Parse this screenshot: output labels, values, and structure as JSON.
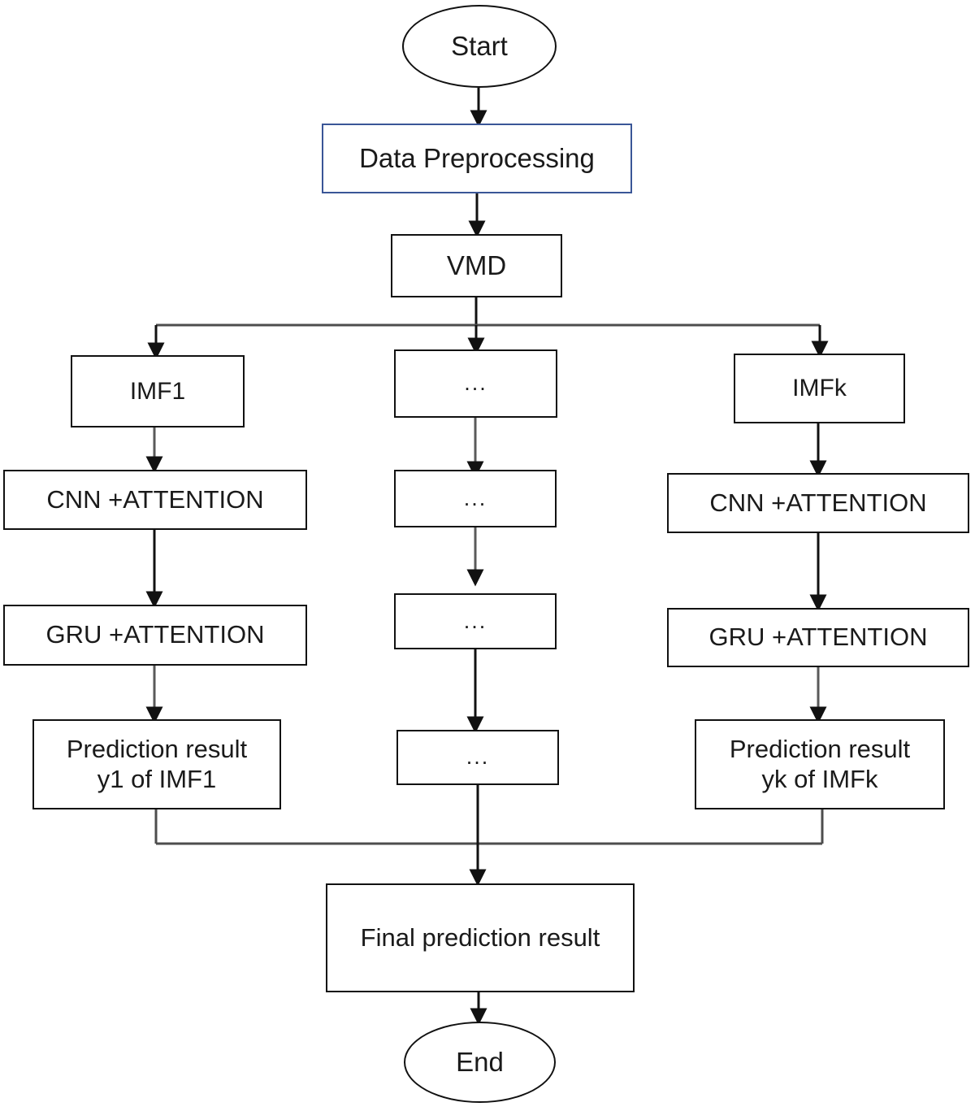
{
  "diagram": {
    "title": "VMD-CNN-Attention-GRU prediction flowchart",
    "type": "flowchart",
    "background": "#ffffff",
    "line_color": "#111111",
    "text_color": "#1a1a1a",
    "accent_border": "#3a5697"
  },
  "nodes": {
    "start": {
      "label": "Start",
      "shape": "ellipse"
    },
    "preprocessing": {
      "label": "Data Preprocessing",
      "shape": "rect",
      "border_color": "#3a5697"
    },
    "vmd": {
      "label": "VMD",
      "shape": "rect"
    },
    "imf1": {
      "label": "IMF1",
      "shape": "rect"
    },
    "imf_mid": {
      "label": "...",
      "shape": "rect"
    },
    "imfk": {
      "label": "IMFk",
      "shape": "rect"
    },
    "cnn_left": {
      "label": "CNN +ATTENTION",
      "shape": "rect"
    },
    "cnn_mid": {
      "label": "...",
      "shape": "rect"
    },
    "cnn_right": {
      "label": "CNN +ATTENTION",
      "shape": "rect"
    },
    "gru_left": {
      "label": "GRU +ATTENTION",
      "shape": "rect"
    },
    "gru_mid": {
      "label": "...",
      "shape": "rect"
    },
    "gru_right": {
      "label": "GRU +ATTENTION",
      "shape": "rect"
    },
    "pred_left": {
      "label": "Prediction result\ny1 of IMF1",
      "shape": "rect"
    },
    "pred_mid": {
      "label": "...",
      "shape": "rect"
    },
    "pred_right": {
      "label": "Prediction result\nyk of IMFk",
      "shape": "rect"
    },
    "final": {
      "label": "Final prediction result",
      "shape": "rect"
    },
    "end": {
      "label": "End",
      "shape": "ellipse"
    }
  },
  "edges": [
    {
      "from": "start",
      "to": "preprocessing",
      "kind": "arrow-down"
    },
    {
      "from": "preprocessing",
      "to": "vmd",
      "kind": "arrow-down"
    },
    {
      "from": "vmd",
      "to": "imf1",
      "kind": "split-left"
    },
    {
      "from": "vmd",
      "to": "imf_mid",
      "kind": "arrow-down"
    },
    {
      "from": "vmd",
      "to": "imfk",
      "kind": "split-right"
    },
    {
      "from": "imf1",
      "to": "cnn_left",
      "kind": "arrow-down"
    },
    {
      "from": "imf_mid",
      "to": "cnn_mid",
      "kind": "arrow-down"
    },
    {
      "from": "imfk",
      "to": "cnn_right",
      "kind": "arrow-down"
    },
    {
      "from": "cnn_left",
      "to": "gru_left",
      "kind": "arrow-down"
    },
    {
      "from": "cnn_mid",
      "to": "gru_mid",
      "kind": "arrow-down"
    },
    {
      "from": "cnn_right",
      "to": "gru_right",
      "kind": "arrow-down"
    },
    {
      "from": "gru_left",
      "to": "pred_left",
      "kind": "arrow-down"
    },
    {
      "from": "gru_mid",
      "to": "pred_mid",
      "kind": "arrow-down"
    },
    {
      "from": "gru_right",
      "to": "pred_right",
      "kind": "arrow-down"
    },
    {
      "from": "pred_left",
      "to": "final",
      "kind": "merge-left"
    },
    {
      "from": "pred_mid",
      "to": "final",
      "kind": "arrow-down"
    },
    {
      "from": "pred_right",
      "to": "final",
      "kind": "merge-right"
    },
    {
      "from": "final",
      "to": "end",
      "kind": "arrow-down"
    }
  ]
}
